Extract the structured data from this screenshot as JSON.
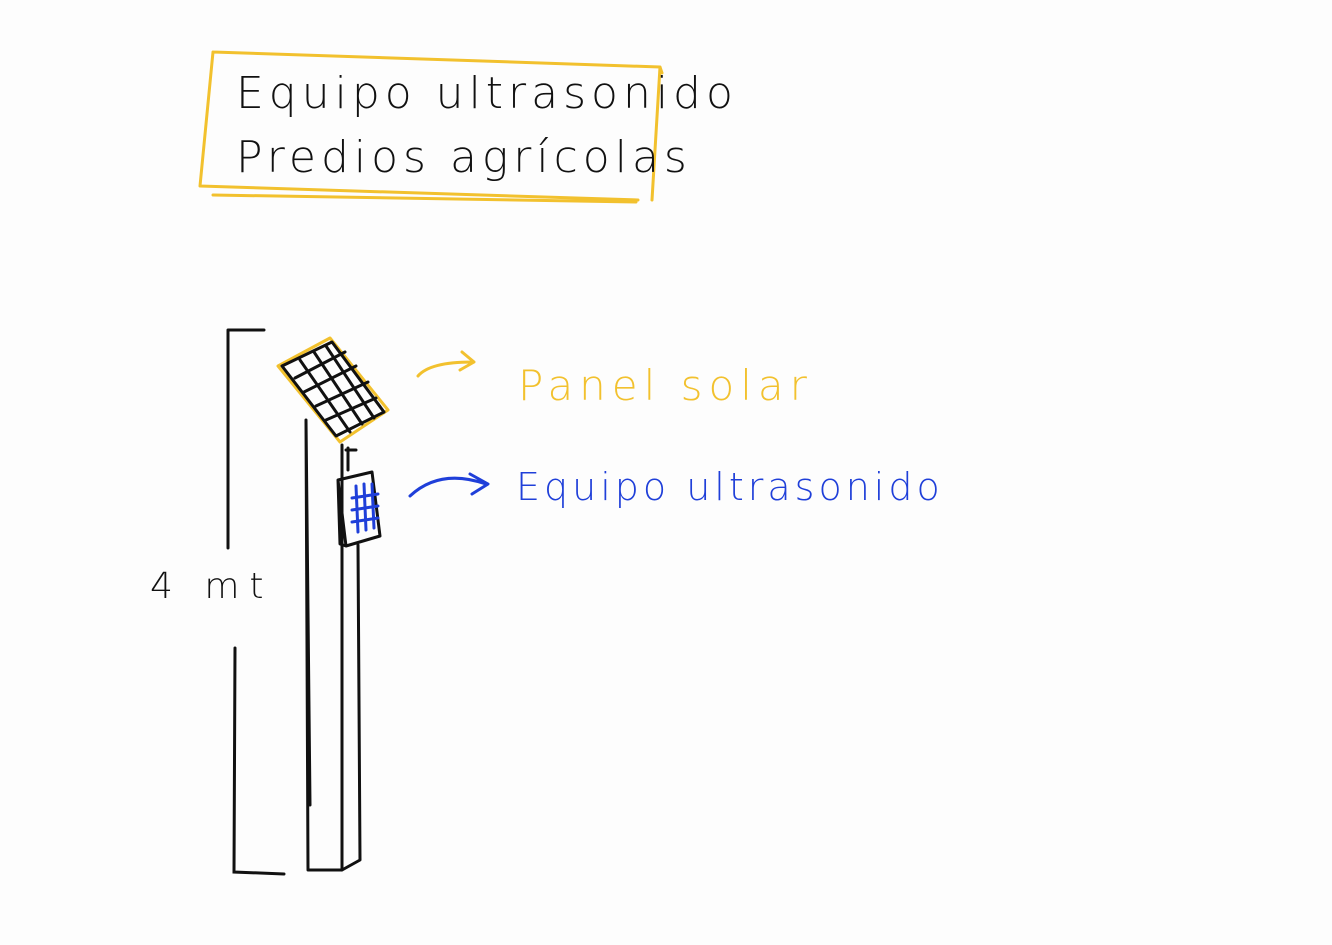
{
  "title": {
    "line1": "Equipo ultrasonido",
    "line2": "Predios agrícolas"
  },
  "labels": {
    "solar_panel": "Panel solar",
    "ultrasound_device": "Equipo ultrasonido"
  },
  "dimension": {
    "height_label": "4 mt"
  },
  "colors": {
    "ink": "#111111",
    "yellow": "#f2c12e",
    "blue": "#1f3fd9",
    "background": "#fdfdfd"
  }
}
